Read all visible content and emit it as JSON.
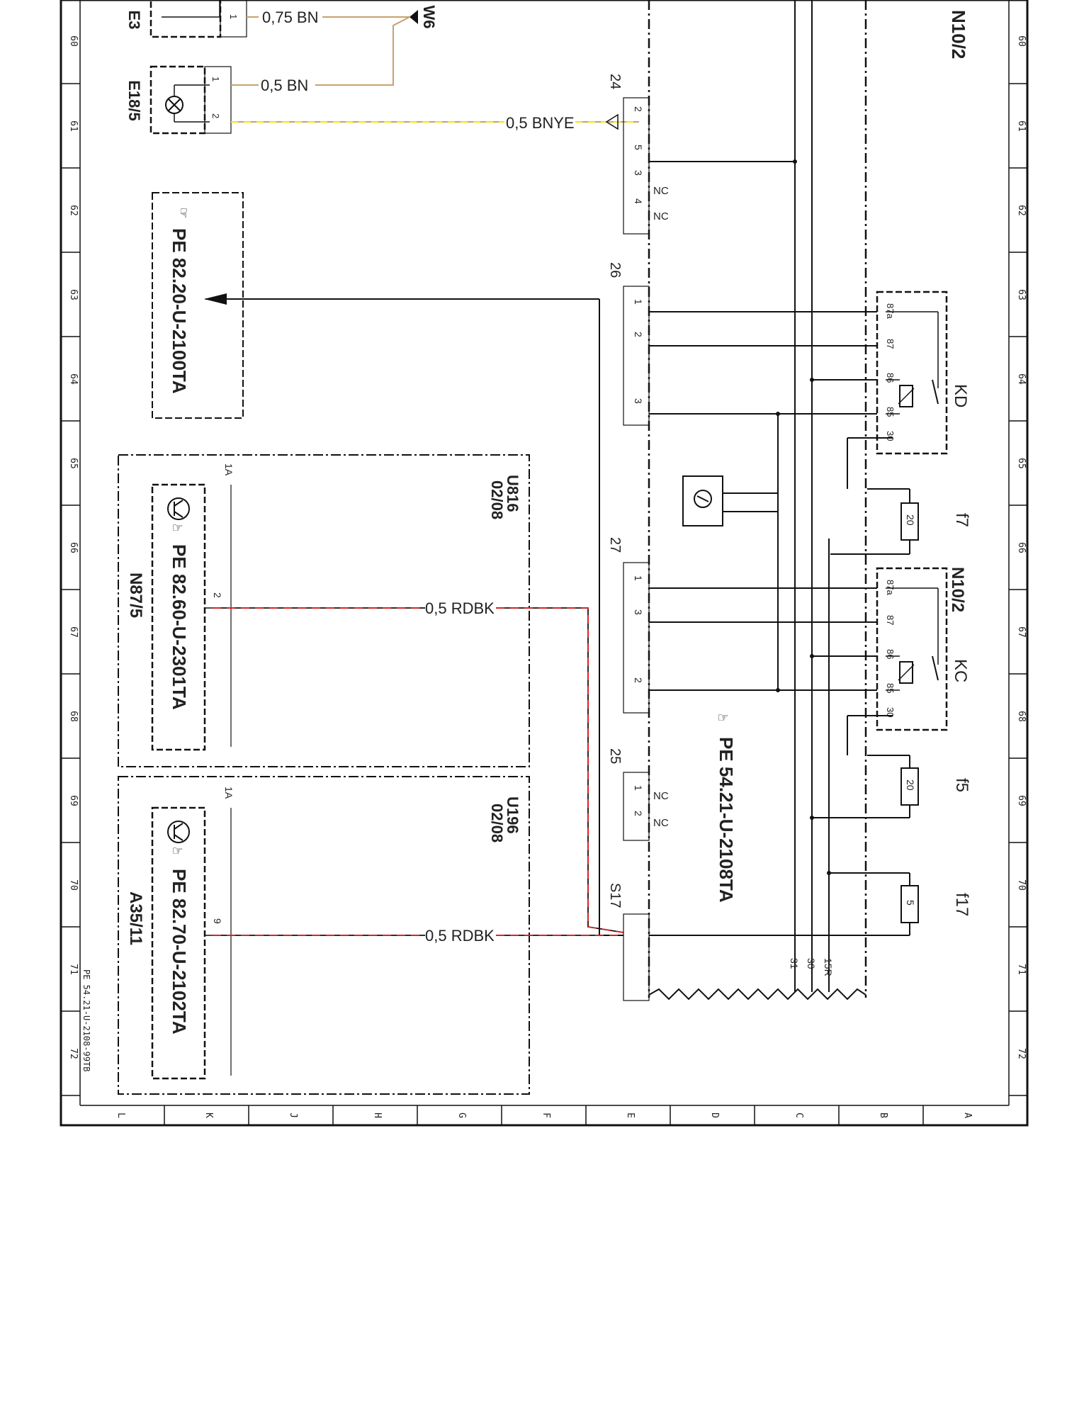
{
  "grid": {
    "rows": [
      "60",
      "61",
      "62",
      "63",
      "64",
      "65",
      "66",
      "67",
      "68",
      "69",
      "70",
      "71",
      "72"
    ],
    "cols": [
      "L",
      "K",
      "J",
      "H",
      "G",
      "F",
      "E",
      "D",
      "C",
      "B",
      "A"
    ]
  },
  "components": {
    "e3": "E3",
    "e18_5": "E18/5",
    "w6": "W6",
    "n10_2_top": "N10/2",
    "n10_2_mid": "N10/2",
    "n87_5": "N87/5",
    "a35_11": "A35/11",
    "u816": "U816",
    "u816_ref": "02/08",
    "u196": "U196",
    "u196_ref": "02/08",
    "kd": "KD",
    "kc": "KC",
    "f7": "f7",
    "f5": "f5",
    "f17": "f17"
  },
  "references": {
    "pe_8220": "PE 82.20-U-2100TA",
    "pe_8260": "PE 82.60-U-2301TA",
    "pe_8270": "PE 82.70-U-2102TA",
    "pe_5421": "PE 54.21-U-2108TA",
    "doc_id": "PE 54.21-U-2108-99TB"
  },
  "wires": {
    "w075bn": "0,75 BN",
    "w05bn": "0,5 BN",
    "w05bnye": "0,5 BNYE",
    "w05rdbk_1": "0,5 RDBK",
    "w05rdbk_2": "0,5 RDBK"
  },
  "connectors": {
    "c24": "24",
    "c26": "26",
    "c27": "27",
    "c25": "25",
    "s17": "S17",
    "nc": "NC"
  },
  "pins": {
    "p1": "1",
    "p2": "2",
    "p3": "3",
    "p4": "4",
    "p5": "5",
    "p9": "9",
    "p1a": "1A",
    "r87a": "87a",
    "r87": "87",
    "r86": "86",
    "r85": "85",
    "r30": "30"
  },
  "fuse_ratings": {
    "f7": "20",
    "f5": "20",
    "f17": "5"
  },
  "bus": {
    "b31": "31",
    "b30": "30",
    "b15r": "15R"
  },
  "colors": {
    "brown": "#c8a06e",
    "yellow": "#f0e800",
    "red": "#e82020",
    "line": "#111111"
  }
}
